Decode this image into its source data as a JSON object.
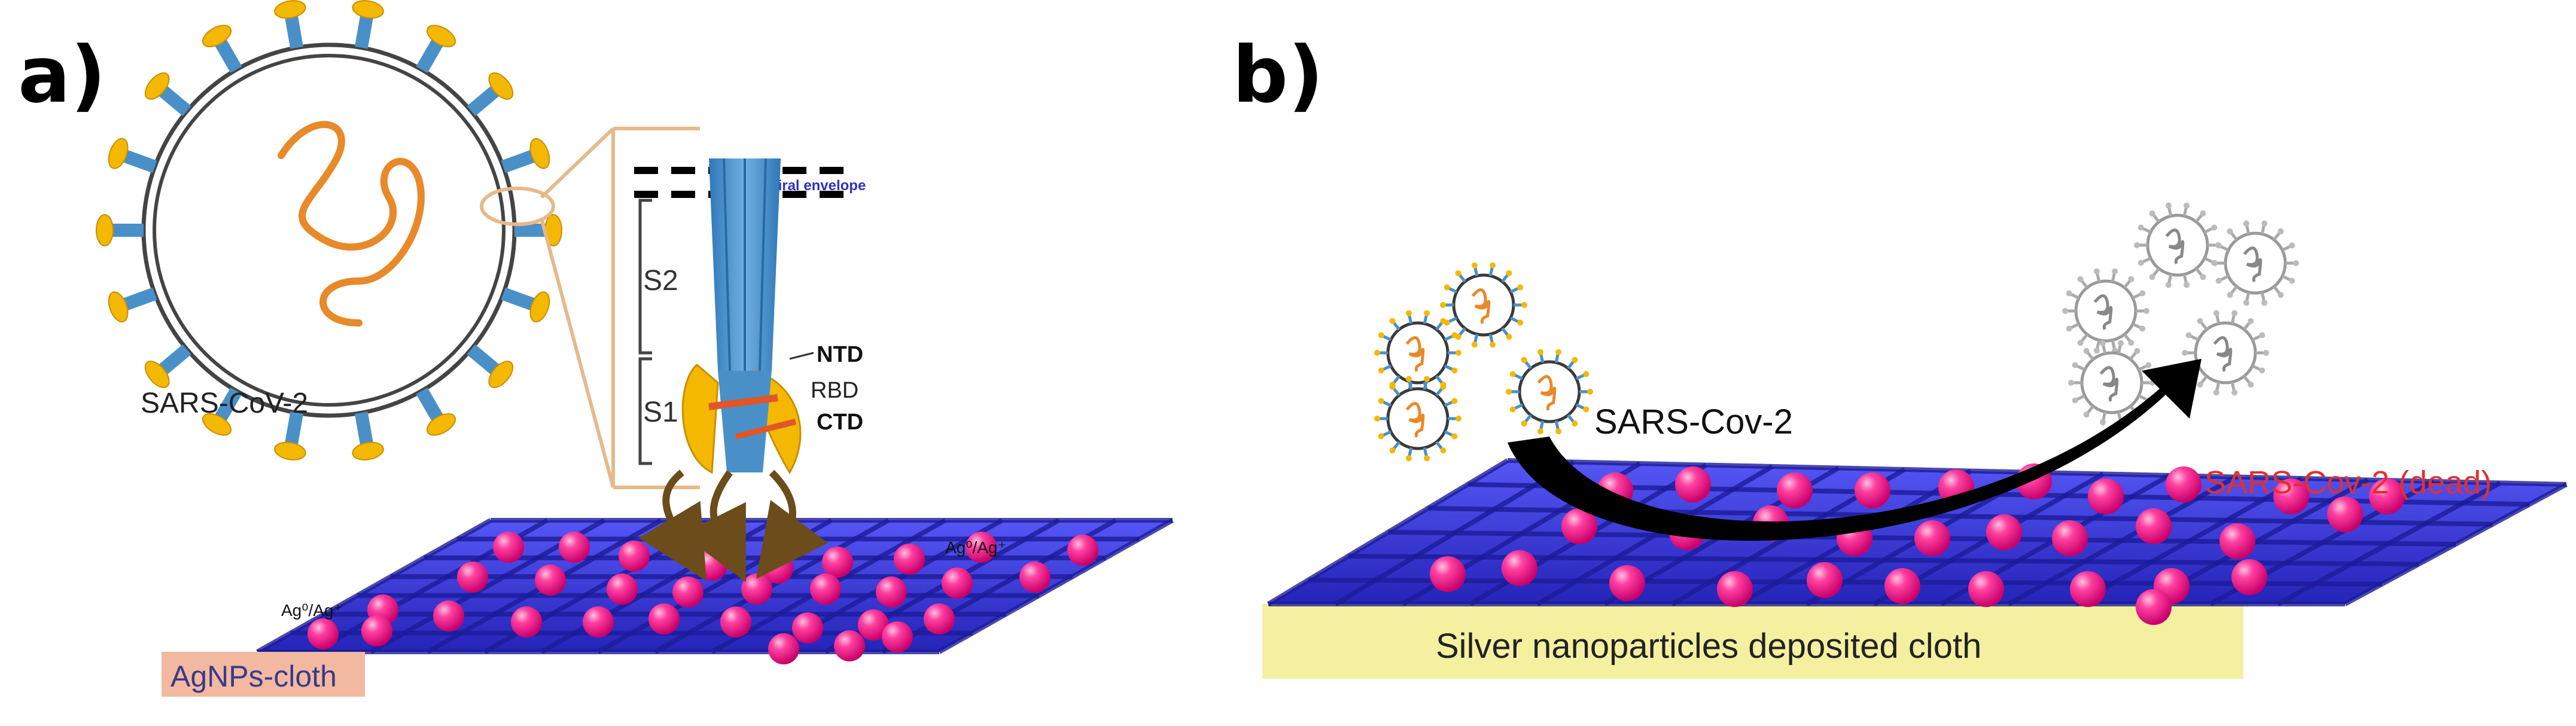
{
  "panels": {
    "a": {
      "letter": "a)",
      "virus_label": "SARS-CoV-2",
      "envelope_label": "Viral envelope",
      "s2_label": "S2",
      "s1_label": "S1",
      "ntd_label": "NTD",
      "rbd_label": "RBD",
      "ctd_label": "CTD",
      "ag_label_right": "Ag⁰/Ag⁺",
      "ag_label_left": "Ag⁰/Ag⁺",
      "cloth_label": "AgNPs-cloth"
    },
    "b": {
      "letter": "b)",
      "virus_label": "SARS-Cov-2",
      "dead_label": "SARS-Cov-2 (dead)",
      "cloth_label": "Silver nanoparticles deposited cloth"
    }
  },
  "colors": {
    "weave": "#3e3ee0",
    "weave_dark": "#1f1fb0",
    "nanoparticle": "#ff1f8e",
    "spike_blue": "#4a90c8",
    "spike_yellow": "#f5b800",
    "rna": "#e8892a",
    "dead_label": "#e03030",
    "cloth_band": "#f5f0a0",
    "agnps_label_bg": "#f2b9a0"
  }
}
